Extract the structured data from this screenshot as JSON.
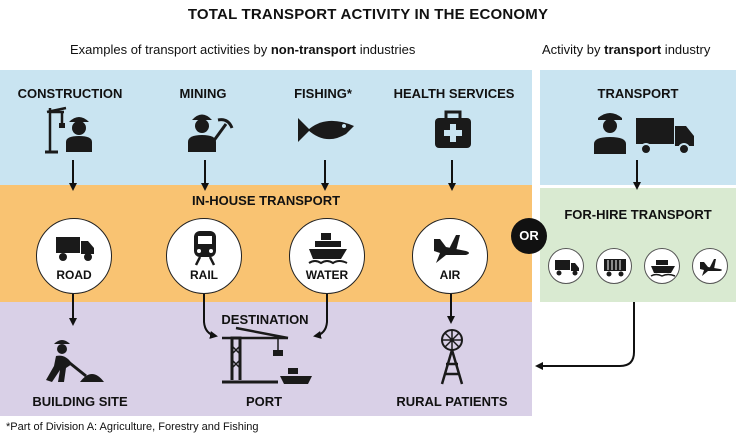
{
  "title": "TOTAL TRANSPORT ACTIVITY IN THE ECONOMY",
  "left_heading": {
    "pre": "Examples of transport activities by ",
    "bold": "non-transport",
    "post": " industries"
  },
  "right_heading": {
    "pre": "Activity by ",
    "bold": "transport",
    "post": " industry"
  },
  "industries": [
    {
      "label": "CONSTRUCTION",
      "icon": "construction-worker-crane-icon"
    },
    {
      "label": "MINING",
      "icon": "miner-pickaxe-icon"
    },
    {
      "label": "FISHING*",
      "icon": "fish-icon"
    },
    {
      "label": "HEALTH SERVICES",
      "icon": "first-aid-kit-icon"
    }
  ],
  "transport_industry": {
    "label": "TRANSPORT",
    "icon": "driver-truck-icon"
  },
  "in_house": {
    "label": "IN-HOUSE  TRANSPORT"
  },
  "modes": [
    {
      "label": "ROAD",
      "icon": "truck-icon"
    },
    {
      "label": "RAIL",
      "icon": "train-icon"
    },
    {
      "label": "WATER",
      "icon": "ship-icon"
    },
    {
      "label": "AIR",
      "icon": "plane-icon"
    }
  ],
  "or_label": "OR",
  "for_hire": {
    "label": "FOR-HIRE TRANSPORT",
    "icons": [
      "truck-icon",
      "rail-wagon-icon",
      "ship-icon",
      "plane-icon"
    ]
  },
  "destination": {
    "label": "DESTINATION",
    "places": [
      {
        "label": "BUILDING SITE",
        "icon": "digging-worker-icon"
      },
      {
        "label": "PORT",
        "icon": "port-crane-icon"
      },
      {
        "label": "RURAL PATIENTS",
        "icon": "windmill-icon"
      }
    ]
  },
  "footnote": "*Part of Division A: Agriculture, Forestry and Fishing",
  "colors": {
    "industry_band": "#c9e4f1",
    "in_house_band": "#f9c372",
    "destination_band": "#d9d0e7",
    "for_hire_panel": "#d9ead1",
    "icon_dark": "#1a1a1a"
  }
}
